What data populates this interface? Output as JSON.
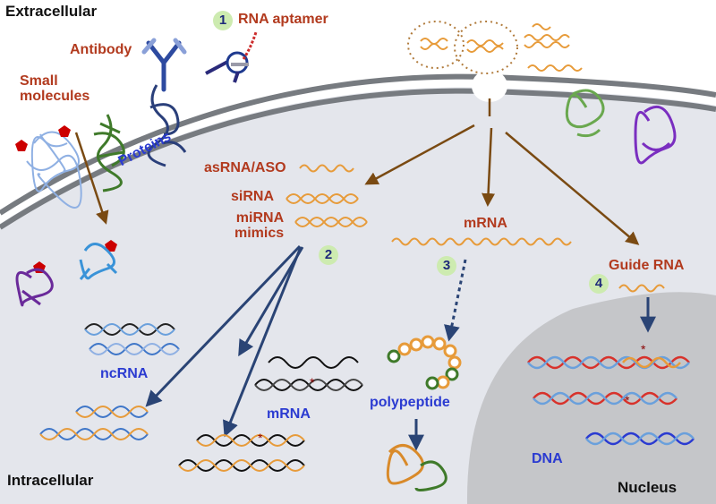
{
  "regions": {
    "extracellular": "Extracellular",
    "intracellular": "Intracellular",
    "nucleus": "Nucleus"
  },
  "labels": {
    "rna_aptamer": "RNA aptamer",
    "antibody": "Antibody",
    "small_molecules": "Small\nmolecules",
    "proteins": "Proteins",
    "asrna_aso": "asRNA/ASO",
    "sirna": "siRNA",
    "mirna_mimics": "miRNA\nmimics",
    "mrna_top": "mRNA",
    "guide_rna": "Guide RNA",
    "ncrna": "ncRNA",
    "mrna_bottom": "mRNA",
    "polypeptide": "polypeptide",
    "dna": "DNA"
  },
  "badges": {
    "b1": "1",
    "b2": "2",
    "b3": "3",
    "b4": "4"
  },
  "colors": {
    "cell_fill": "#e4e6ec",
    "membrane": "#777b80",
    "nucleus_fill": "#c5c6c9",
    "label_red": "#b23a1e",
    "label_blue": "#2b3bd1",
    "arrow_brown": "#7a4a12",
    "arrow_navy": "#2a4475",
    "rna_orange": "#e79b3a",
    "dna_red": "#d8322b",
    "dna_blue": "#3f76c8",
    "badge_green": "#cdebb0"
  }
}
